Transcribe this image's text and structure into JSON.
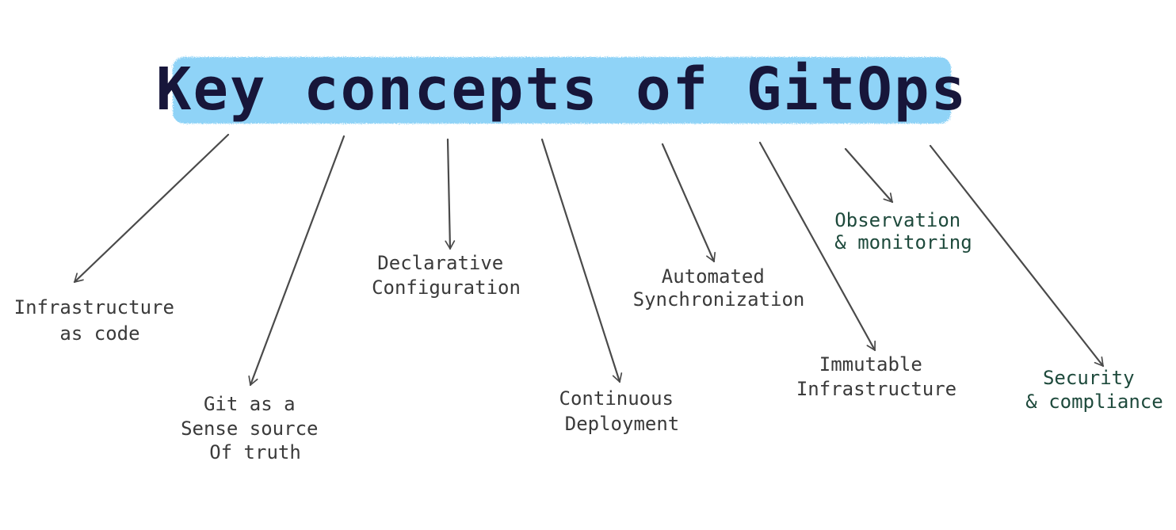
{
  "title": "Key concepts of GitOps",
  "colors": {
    "highlight": "#8fd3f7",
    "title_text": "#17163a",
    "label_text": "#3a3a3a",
    "label_text_green": "#1e4a3c",
    "arrow": "#4a4a4a"
  },
  "concepts": [
    {
      "id": "infrastructure-as-code",
      "lines": [
        "Infrastructure",
        "as code"
      ]
    },
    {
      "id": "git-as-source-of-truth",
      "lines": [
        "Git as a",
        "Sense source",
        "Of truth"
      ]
    },
    {
      "id": "declarative-configuration",
      "lines": [
        "Declarative",
        "Configuration"
      ]
    },
    {
      "id": "continuous-deployment",
      "lines": [
        "Continuous",
        "Deployment"
      ]
    },
    {
      "id": "automated-synchronization",
      "lines": [
        "Automated",
        "Synchronization"
      ]
    },
    {
      "id": "immutable-infrastructure",
      "lines": [
        "Immutable",
        "Infrastructure"
      ]
    },
    {
      "id": "observation-monitoring",
      "lines": [
        "Observation",
        "& monitoring"
      ]
    },
    {
      "id": "security-compliance",
      "lines": [
        "Security",
        "& compliance"
      ]
    }
  ]
}
